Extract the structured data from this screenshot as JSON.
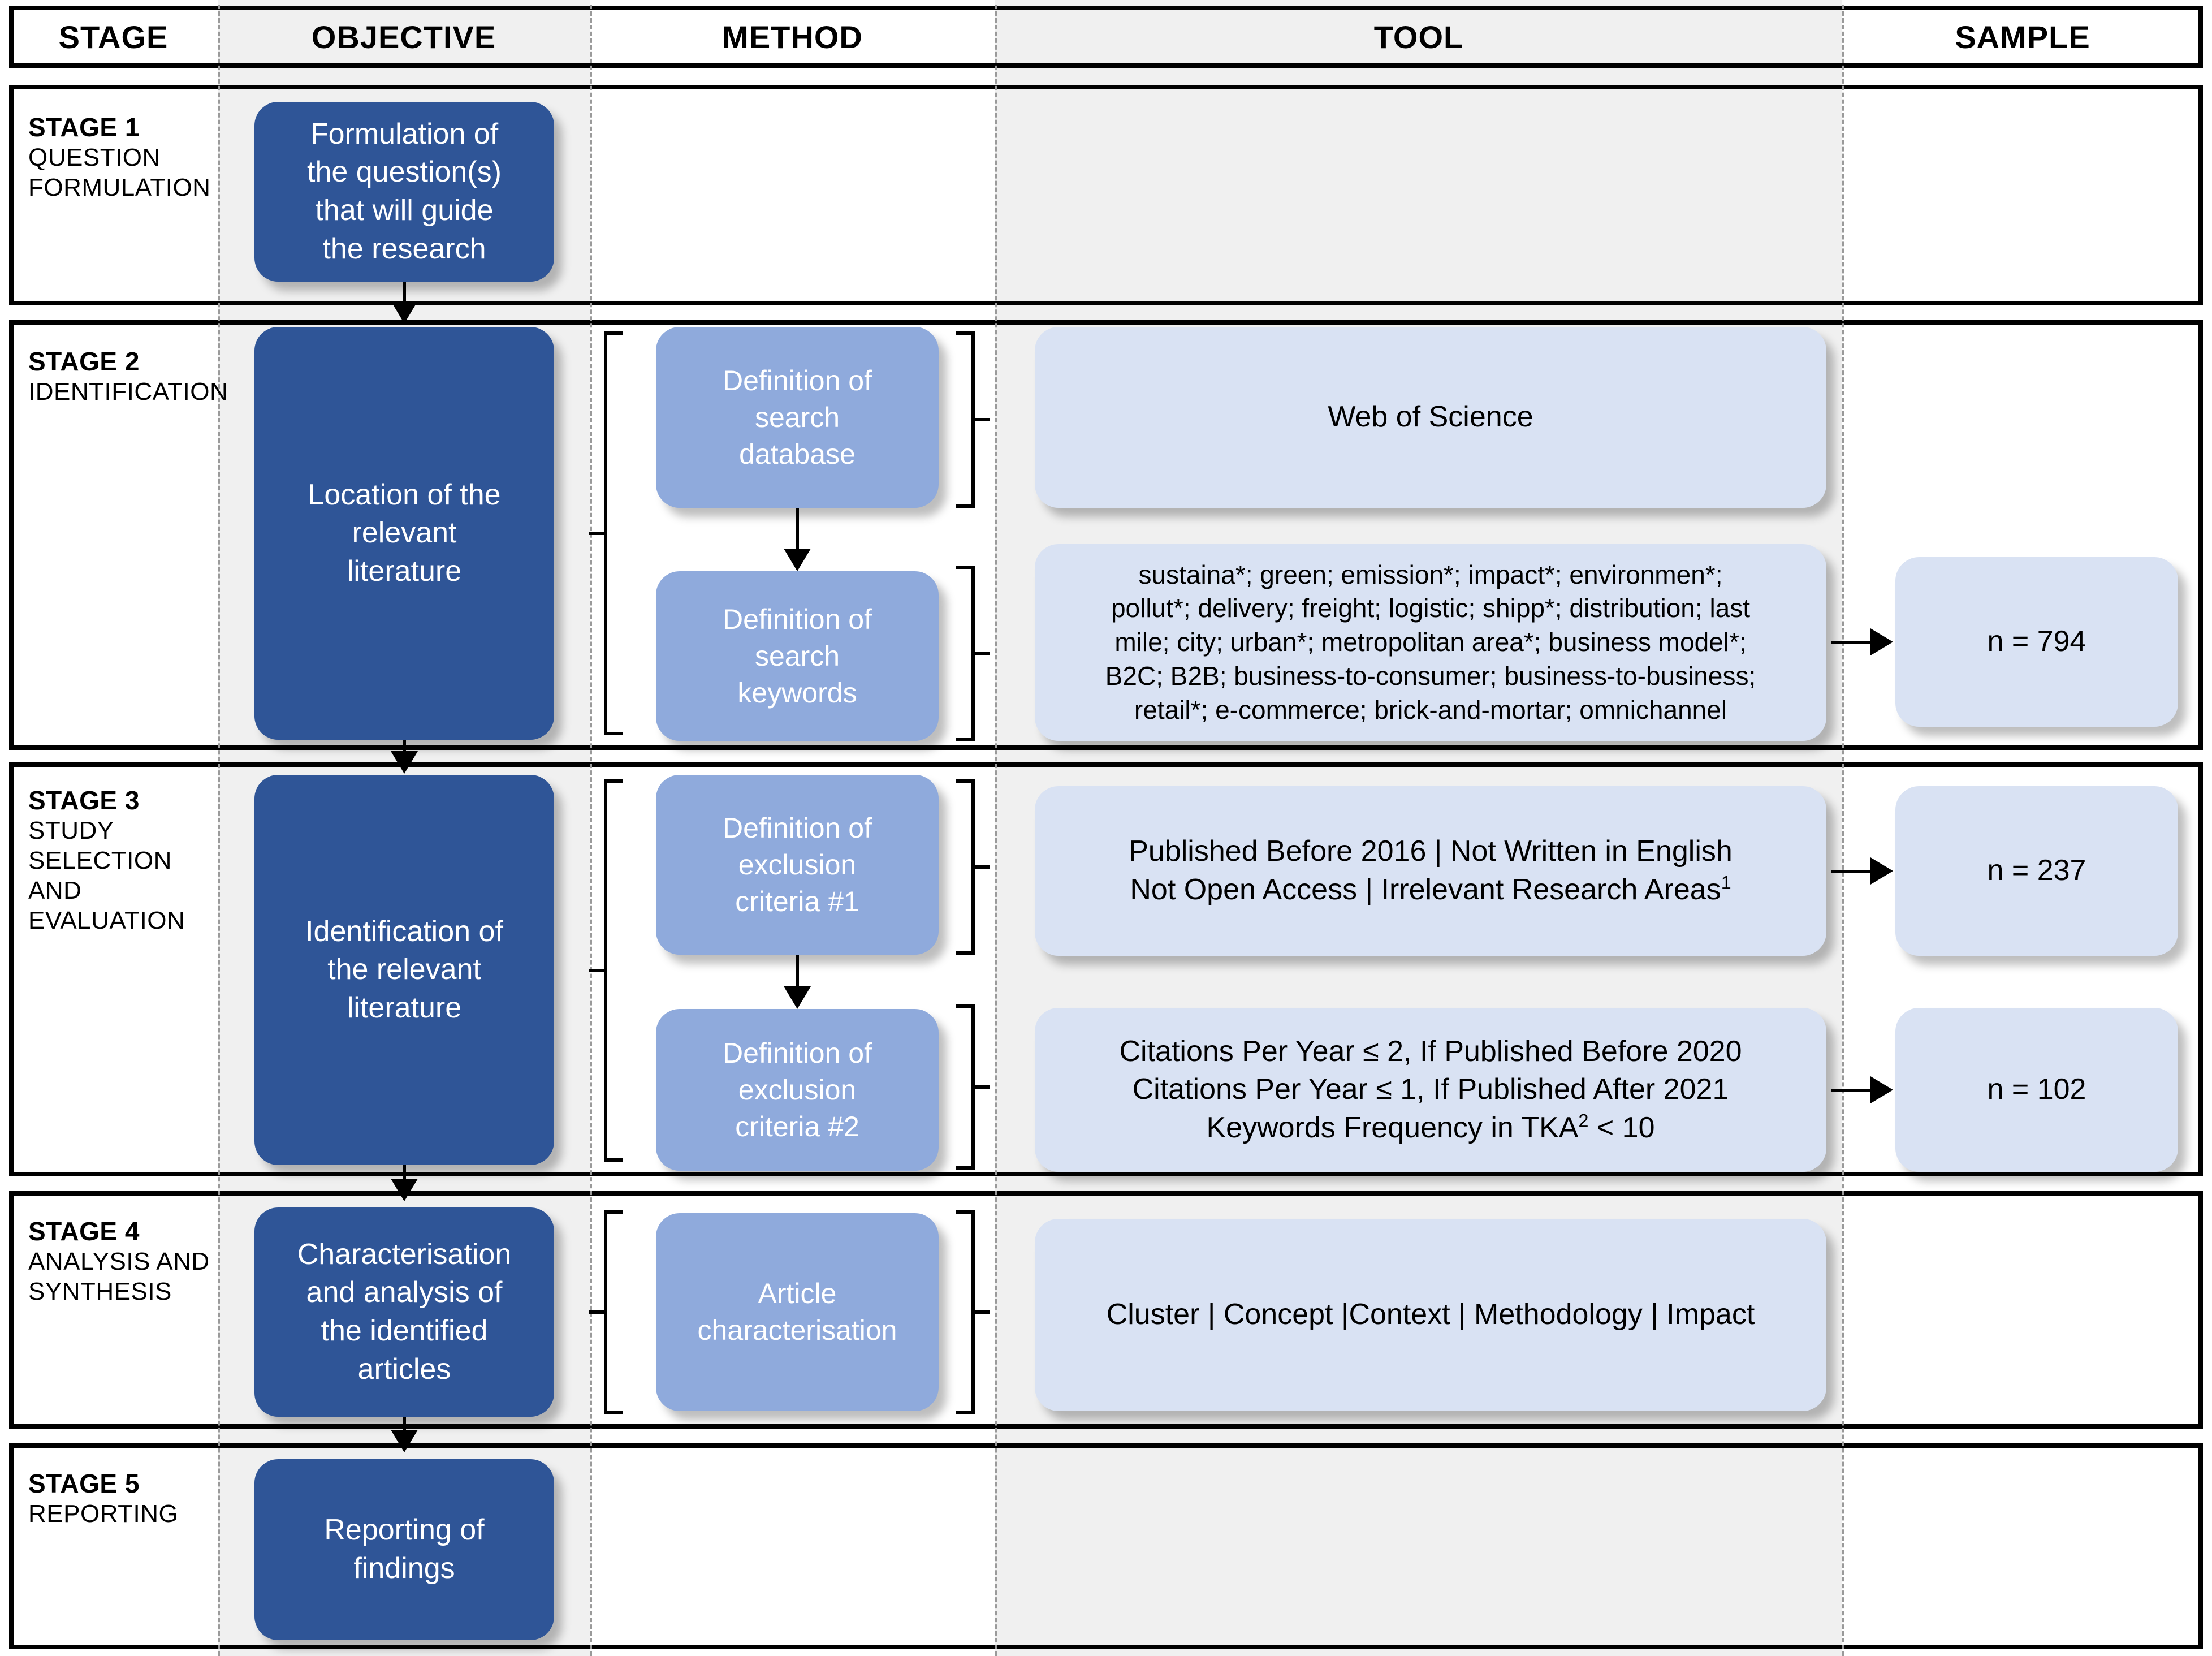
{
  "header": {
    "columns": [
      {
        "label": "STAGE"
      },
      {
        "label": "OBJECTIVE"
      },
      {
        "label": "METHOD"
      },
      {
        "label": "TOOL"
      },
      {
        "label": "SAMPLE"
      }
    ]
  },
  "colors": {
    "dark_blue": "#2f5597",
    "mid_blue": "#8faadc",
    "light_blue": "#d9e2f3",
    "band_gray": "#f0f0f0",
    "border_black": "#000000"
  },
  "stages": [
    {
      "number": "STAGE 1",
      "description": "QUESTION FORMULATION",
      "desc_lines": [
        "QUESTION",
        "FORMULATION"
      ],
      "objective": "Formulation of the question(s) that will guide the research",
      "objective_lines": [
        "Formulation of",
        "the question(s)",
        "that will guide",
        "the research"
      ],
      "methods": [],
      "tools": [],
      "samples": []
    },
    {
      "number": "STAGE 2",
      "description": "IDENTIFICATION",
      "desc_lines": [
        "IDENTIFICATION"
      ],
      "objective": "Location of the relevant literature",
      "objective_lines": [
        "Location of the",
        "relevant",
        "literature"
      ],
      "methods": [
        {
          "label": "Definition of search database",
          "lines": [
            "Definition of",
            "search",
            "database"
          ]
        },
        {
          "label": "Definition of search keywords",
          "lines": [
            "Definition of",
            "search",
            "keywords"
          ]
        }
      ],
      "tools": [
        {
          "label": "Web of Science",
          "lines": [
            "Web of Science"
          ]
        },
        {
          "label": "sustaina*; green; emission*; impact*; environmen*; pollut*; delivery; freight; logistic; shipp*; distribution; last mile; city; urban*; metropolitan area*; business model*; B2C; B2B; business-to-consumer; business-to-business; retail*; e-commerce; brick-and-mortar; omnichannel",
          "lines": [
            "sustaina*; green; emission*; impact*; environmen*;",
            "pollut*; delivery; freight; logistic; shipp*; distribution; last",
            "mile; city; urban*; metropolitan area*; business model*;",
            "B2C; B2B; business-to-consumer; business-to-business;",
            "retail*; e-commerce; brick-and-mortar; omnichannel"
          ]
        }
      ],
      "samples": [
        {
          "label": "n = 794"
        }
      ]
    },
    {
      "number": "STAGE 3",
      "description": "STUDY SELECTION AND EVALUATION",
      "desc_lines": [
        "STUDY",
        "SELECTION",
        "AND",
        "EVALUATION"
      ],
      "objective": "Identification of the relevant literature",
      "objective_lines": [
        "Identification of",
        "the relevant",
        "literature"
      ],
      "methods": [
        {
          "label": "Definition of exclusion criteria #1",
          "lines": [
            "Definition of",
            "exclusion",
            "criteria #1"
          ]
        },
        {
          "label": "Definition of exclusion criteria #2",
          "lines": [
            "Definition of",
            "exclusion",
            "criteria #2"
          ]
        }
      ],
      "tools": [
        {
          "label": "Published Before 2016 | Not Written in English Not Open Access | Irrelevant Research Areas1",
          "lines": [
            "Published Before 2016 | Not Written in English",
            "Not Open Access | Irrelevant Research Areas"
          ],
          "superscript": "1"
        },
        {
          "label": "Citations Per Year ≤ 2, If Published Before 2020 Citations Per Year ≤ 1, If Published After 2021 Keywords Frequency in TKA2 < 10",
          "lines": [
            "Citations Per Year ≤ 2, If Published Before 2020",
            "Citations Per Year ≤ 1, If Published After 2021",
            "Keywords Frequency in TKA"
          ],
          "superscript": "2",
          "tail": " < 10"
        }
      ],
      "samples": [
        {
          "label": "n = 237"
        },
        {
          "label": "n = 102"
        }
      ]
    },
    {
      "number": "STAGE 4",
      "description": "ANALYSIS AND SYNTHESIS",
      "desc_lines": [
        "ANALYSIS AND",
        "SYNTHESIS"
      ],
      "objective": "Characterisation and analysis of the identified articles",
      "objective_lines": [
        "Characterisation",
        "and analysis of",
        "the identified",
        "articles"
      ],
      "methods": [
        {
          "label": "Article characterisation",
          "lines": [
            "Article",
            "characterisation"
          ]
        }
      ],
      "tools": [
        {
          "label": "Cluster | Concept |Context | Methodology | Impact",
          "lines": [
            "Cluster | Concept |Context | Methodology | Impact"
          ]
        }
      ],
      "samples": []
    },
    {
      "number": "STAGE 5",
      "description": "REPORTING",
      "desc_lines": [
        "REPORTING"
      ],
      "objective": "Reporting of findings",
      "objective_lines": [
        "Reporting of",
        "findings"
      ],
      "methods": [],
      "tools": [],
      "samples": []
    }
  ]
}
